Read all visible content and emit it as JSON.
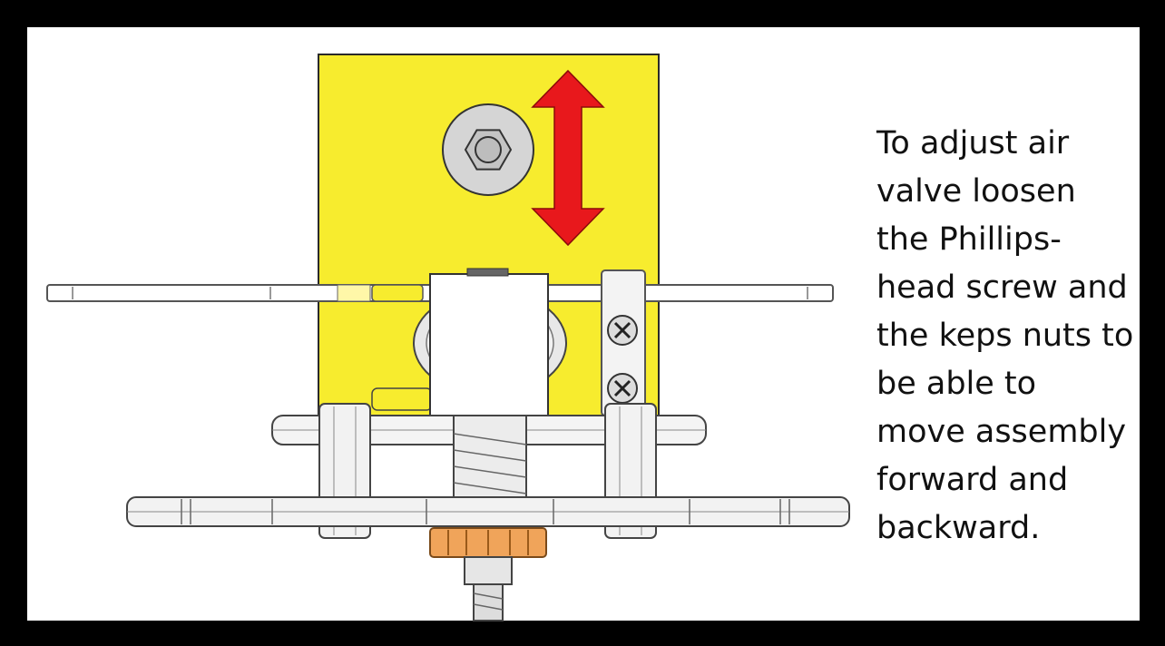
{
  "colors": {
    "frame": "#000000",
    "background": "#ffffff",
    "mounting_plate": "#f7ec2e",
    "arrow": "#e8181c",
    "gear": "#f0a45a"
  },
  "icons": {
    "adjustment_direction": "double-headed-vertical-arrow",
    "bolt": "hex-head-bolt",
    "screw": "phillips-head-screw"
  },
  "instruction_lines": [
    "To adjust air",
    "valve loosen",
    "the Phillips-",
    "head screw and",
    "the keps nuts to",
    "be able to",
    "move assembly",
    "forward and",
    "backward."
  ]
}
